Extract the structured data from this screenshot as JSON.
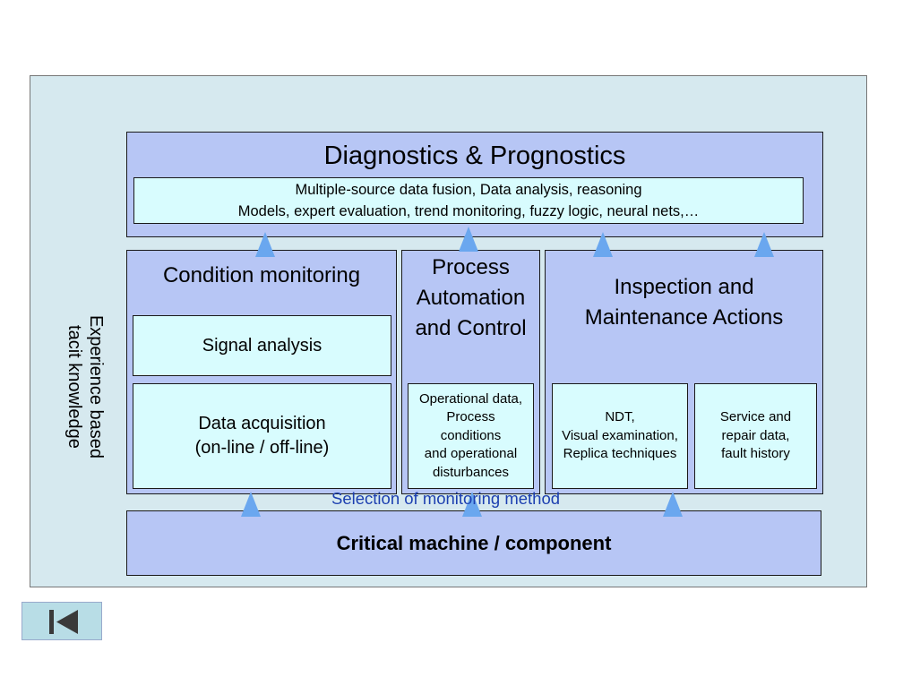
{
  "diagnostics": {
    "title": "Diagnostics & Prognostics",
    "methods": "Multiple-source data fusion, Data analysis, reasoning\nModels, expert evaluation, trend monitoring, fuzzy logic, neural nets,…"
  },
  "side_label": "Experience based\ntacit knowledge",
  "condition_monitoring": {
    "title": "Condition monitoring",
    "signal_analysis": "Signal analysis",
    "data_acquisition": "Data acquisition\n(on-line / off-line)"
  },
  "process": {
    "title": "Process\nAutomation\nand Control",
    "detail": "Operational data,\nProcess\nconditions\nand operational\ndisturbances"
  },
  "inspection": {
    "title": "Inspection and\nMaintenance Actions",
    "ndt": "NDT,\nVisual examination,\nReplica techniques",
    "service": "Service and\nrepair data,\nfault history"
  },
  "selection_label": "Selection of monitoring method",
  "critical": "Critical machine / component",
  "nav": {
    "icon": "skip-to-start-icon"
  }
}
